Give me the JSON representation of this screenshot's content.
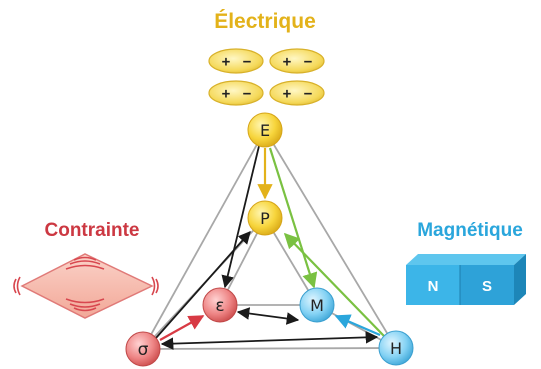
{
  "labels": {
    "electric": "Électrique",
    "stress": "Contrainte",
    "magnetic": "Magnétique"
  },
  "dipoles": [
    {
      "plus": "+",
      "minus": "−"
    },
    {
      "plus": "+",
      "minus": "−"
    },
    {
      "plus": "+",
      "minus": "−"
    },
    {
      "plus": "+",
      "minus": "−"
    }
  ],
  "nodes": {
    "E": "E",
    "P": "P",
    "epsilon": "ε",
    "M": "M",
    "sigma": "σ",
    "H": "H"
  },
  "magnet": {
    "north": "N",
    "south": "S"
  },
  "colors": {
    "electric": "#e3b21a",
    "stress": "#cc3842",
    "magnetic": "#2aa6dc",
    "couplingEM": "#7ac142",
    "arrowBlack": "#1a1a1a",
    "edgeGrey": "#a8a8a8",
    "nodeYellow": "#f7d53c",
    "nodeRed": "#ee7f7f",
    "nodeBlue": "#7fd0f2"
  }
}
